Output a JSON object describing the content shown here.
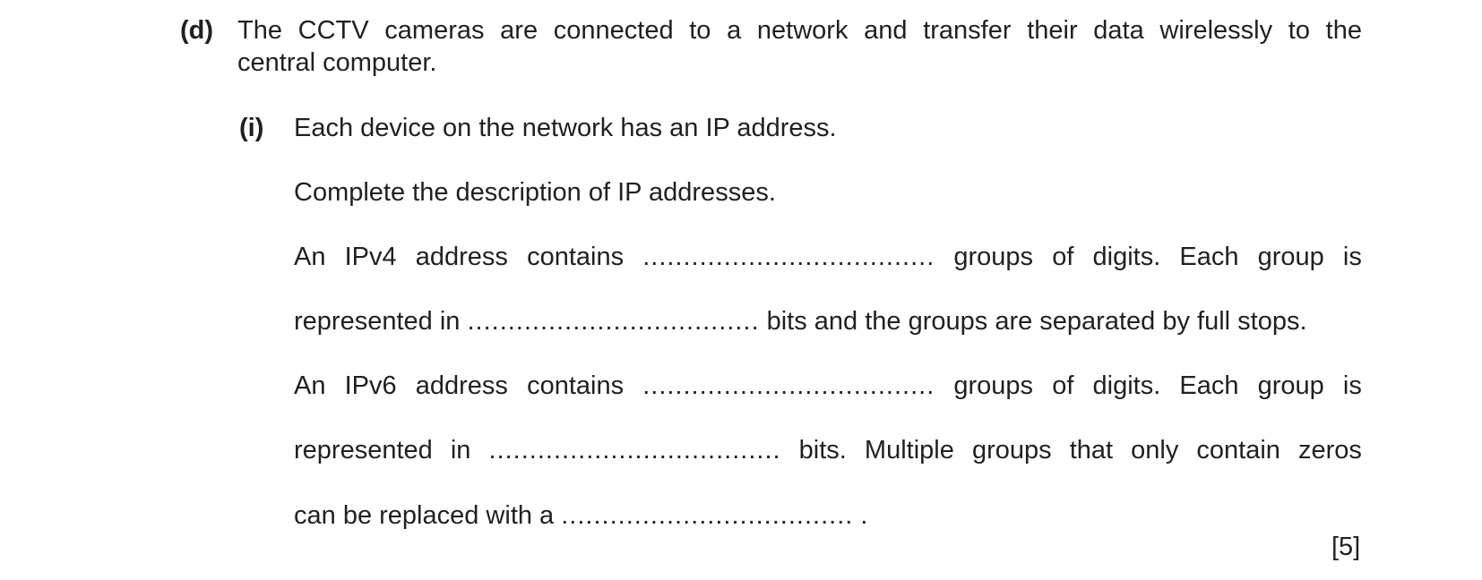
{
  "question": {
    "label": "(d)",
    "line1_words": [
      "The",
      "CCTV",
      "cameras",
      "are",
      "connected",
      "to",
      "a",
      "network",
      "and",
      "transfer",
      "their",
      "data",
      "wirelessly",
      "to",
      "the"
    ],
    "line2": "central computer."
  },
  "subpart": {
    "label": "(i)",
    "intro": "Each device on the network has an IP address.",
    "instruction": "Complete the description of IP addresses.",
    "ipv4_line1_words": [
      "An",
      "IPv4",
      "address",
      "contains",
      "....................................",
      "groups",
      "of",
      "digits.",
      "Each",
      "group",
      "is"
    ],
    "ipv4_line2": {
      "before": "represented in",
      "blank": "....................................",
      "after": "bits and the groups are separated by full stops."
    },
    "ipv6_line1_words": [
      "An",
      "IPv6",
      "address",
      "contains",
      "....................................",
      "groups",
      "of",
      "digits.",
      "Each",
      "group",
      "is"
    ],
    "ipv6_line2_words": [
      "represented",
      "in",
      "....................................",
      "bits.",
      "Multiple",
      "groups",
      "that",
      "only",
      "contain",
      "zeros"
    ],
    "ipv6_line3": {
      "before": "can be replaced with a",
      "blank": "....................................",
      "after": "."
    },
    "marks": "[5]"
  }
}
